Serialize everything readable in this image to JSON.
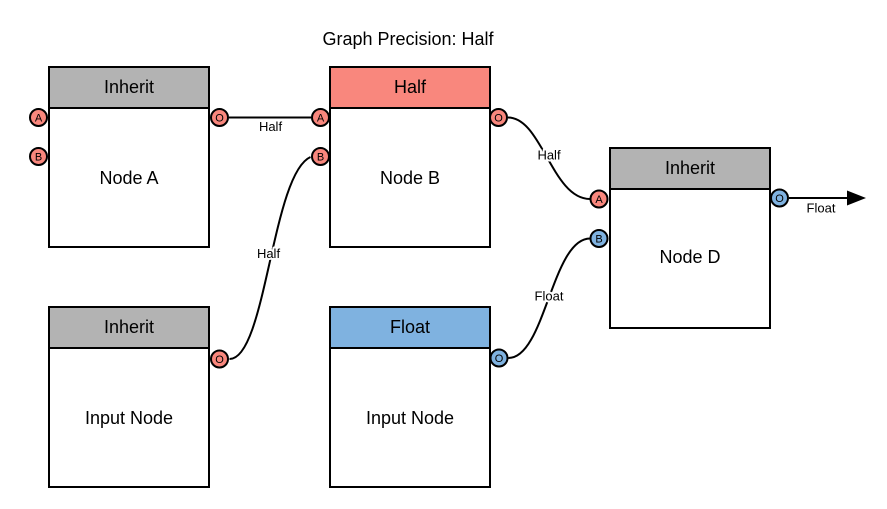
{
  "title": "Graph Precision: Half",
  "colors": {
    "salmon": "#F9877D",
    "blue": "#7FB2E0",
    "gray": "#B3B3B3",
    "stroke": "#000000",
    "background": "#FFFFFF"
  },
  "nodes": {
    "node_a": {
      "header": "Inherit",
      "label": "Node A",
      "ports": {
        "a": "A",
        "b": "B",
        "out": "O"
      }
    },
    "node_b": {
      "header": "Half",
      "label": "Node B",
      "ports": {
        "a": "A",
        "b": "B",
        "out": "O"
      }
    },
    "node_d": {
      "header": "Inherit",
      "label": "Node D",
      "ports": {
        "a": "A",
        "b": "B",
        "out": "O"
      }
    },
    "input_node_left": {
      "header": "Inherit",
      "label": "Input Node",
      "ports": {
        "out": "O"
      }
    },
    "input_node_float": {
      "header": "Float",
      "label": "Input Node",
      "ports": {
        "out": "O"
      }
    }
  },
  "edges": {
    "node_a_out_to_node_b_a": {
      "label": "Half"
    },
    "input_left_out_to_node_b_b": {
      "label": "Half"
    },
    "node_b_out_to_node_d_a": {
      "label": "Half"
    },
    "input_float_out_to_node_d_b": {
      "label": "Float"
    },
    "node_d_output": {
      "label": "Float"
    }
  }
}
